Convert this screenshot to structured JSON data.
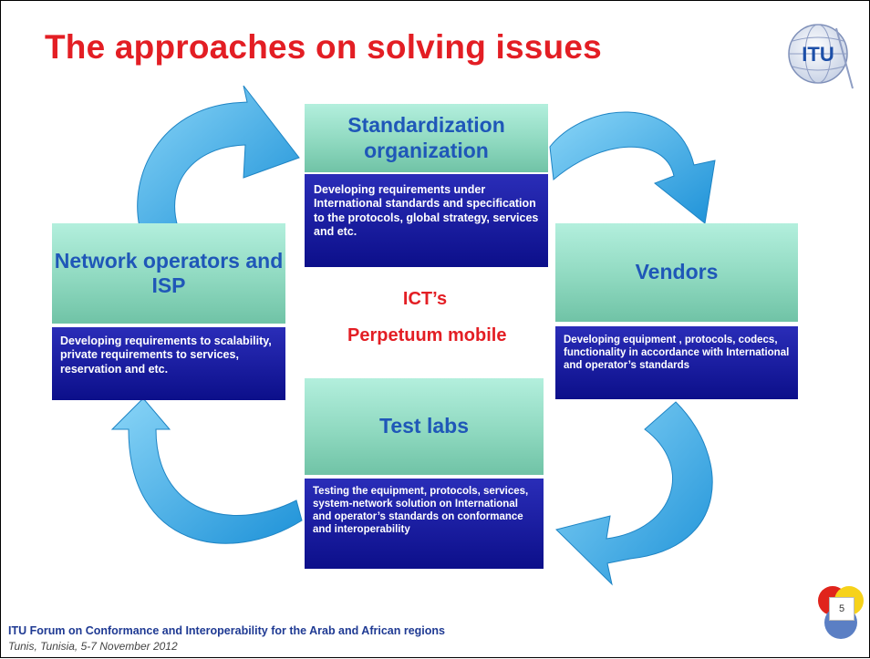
{
  "slide": {
    "title": "The approaches on solving issues",
    "center": {
      "line1": "ICT’s",
      "line2": "Perpetuum mobile"
    },
    "nodes": {
      "standardization": {
        "heading": "Standardization organization",
        "description": "Developing requirements under International standards and specification to the protocols, global strategy, services and etc."
      },
      "vendors": {
        "heading": "Vendors",
        "description": "Developing equipment , protocols, codecs, functionality in accordance with International and operator’s standards"
      },
      "test_labs": {
        "heading": "Test labs",
        "description": "Testing the equipment, protocols, services, system-network solution on International and operator’s standards on conformance  and interoperability"
      },
      "network_operators": {
        "heading": "Network operators and ISP",
        "description": "Developing requirements to scalability, private requirements to services, reservation and etc."
      }
    },
    "footer": {
      "event": "ITU Forum on Conformance and Interoperability for the Arab and African regions",
      "place_date": "Tunis, Tunisia, 5-7 November 2012"
    },
    "page_number": "5",
    "logo_text": "ITU",
    "colors": {
      "title": "#e31e24",
      "heading_text": "#1f57b8",
      "heading_fill": "#8fd9c0",
      "description_fill": "#14189a",
      "arrow": "#29a9e8"
    },
    "icons": [
      "itu-logo-icon",
      "cycle-arrow-icon"
    ]
  }
}
